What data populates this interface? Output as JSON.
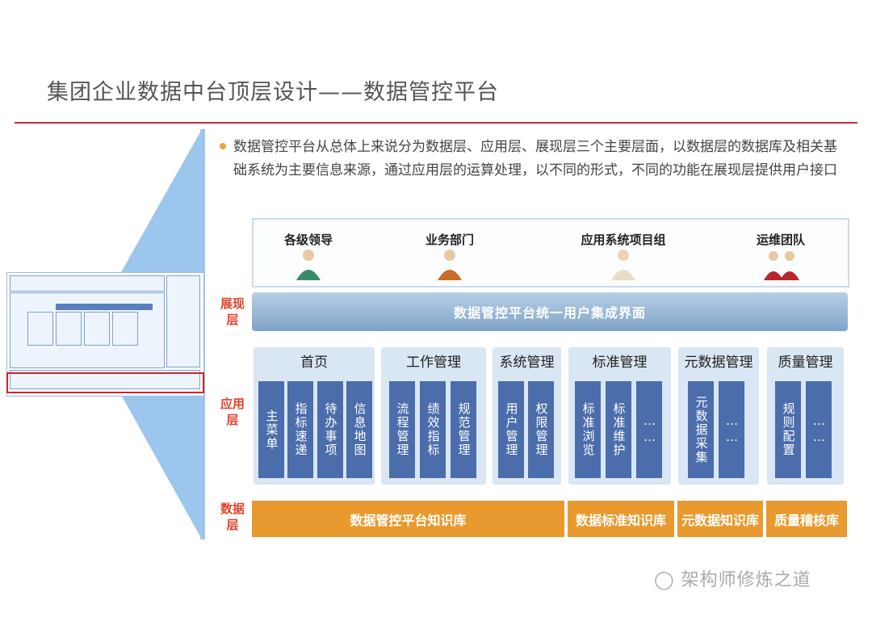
{
  "title": "集团企业数据中台顶层设计——数据管控平台",
  "intro": "数据管控平台从总体上来说分为数据层、应用层、展现层三个主要层面，以数据层的数据库及相关基础系统为主要信息来源，通过应用层的运算处理，以不同的形式，不同的功能在展现层提供用户接口",
  "roles": [
    {
      "label": "各级领导",
      "icon": "leader-figure-icon"
    },
    {
      "label": "业务部门",
      "icon": "business-figure-icon"
    },
    {
      "label": "应用系统项目组",
      "icon": "project-team-figure-icon"
    },
    {
      "label": "运维团队",
      "icon": "ops-team-figure-icon"
    }
  ],
  "layers": {
    "presentation": "展现层",
    "application": "应用层",
    "data": "数据层"
  },
  "unified_ui": "数据管控平台统一用户集成界面",
  "modules": [
    {
      "title": "首页",
      "items": [
        "主菜单",
        "指标速递",
        "待办事项",
        "信息地图"
      ]
    },
    {
      "title": "工作管理",
      "items": [
        "流程管理",
        "绩效指标",
        "规范管理"
      ]
    },
    {
      "title": "系统管理",
      "items": [
        "用户管理",
        "权限管理"
      ]
    },
    {
      "title": "标准管理",
      "items": [
        "标准浏览",
        "标准维护",
        "……"
      ]
    },
    {
      "title": "元数据管理",
      "items": [
        "元数据采集",
        "……"
      ]
    },
    {
      "title": "质量管理",
      "items": [
        "规则配置",
        "……"
      ]
    }
  ],
  "knowledge_bases": [
    "数据管控平台知识库",
    "数据标准知识库",
    "元数据知识库",
    "质量稽核库"
  ],
  "watermark": "架构师修炼之道",
  "colors": {
    "accent": "#e2412a",
    "module_col": "#4b6dab",
    "data_bar": "#e89a2e",
    "title_rule": "#c0303a"
  }
}
